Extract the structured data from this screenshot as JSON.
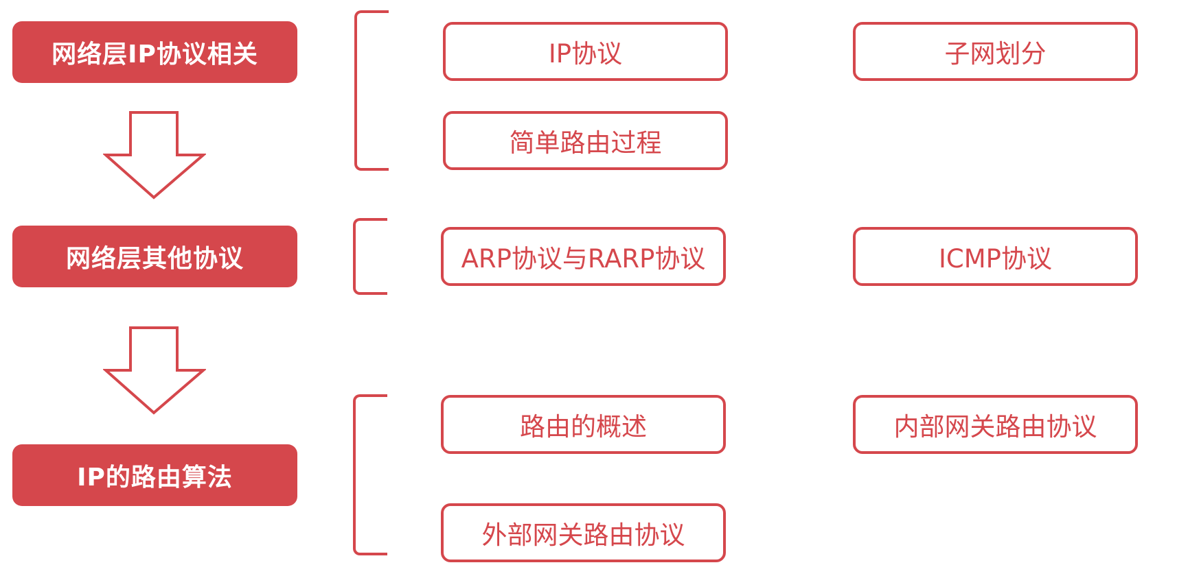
{
  "sections": [
    {
      "title": "网络层IP协议相关",
      "topics": [
        "IP协议",
        "子网划分",
        "简单路由过程"
      ]
    },
    {
      "title": "网络层其他协议",
      "topics": [
        "ARP协议与RARP协议",
        "ICMP协议"
      ]
    },
    {
      "title": "IP的路由算法",
      "topics": [
        "路由的概述",
        "内部网关路由协议",
        "外部网关路由协议"
      ]
    }
  ],
  "colors": {
    "accent": "#d5474c",
    "background": "#ffffff",
    "section_text": "#ffffff"
  }
}
